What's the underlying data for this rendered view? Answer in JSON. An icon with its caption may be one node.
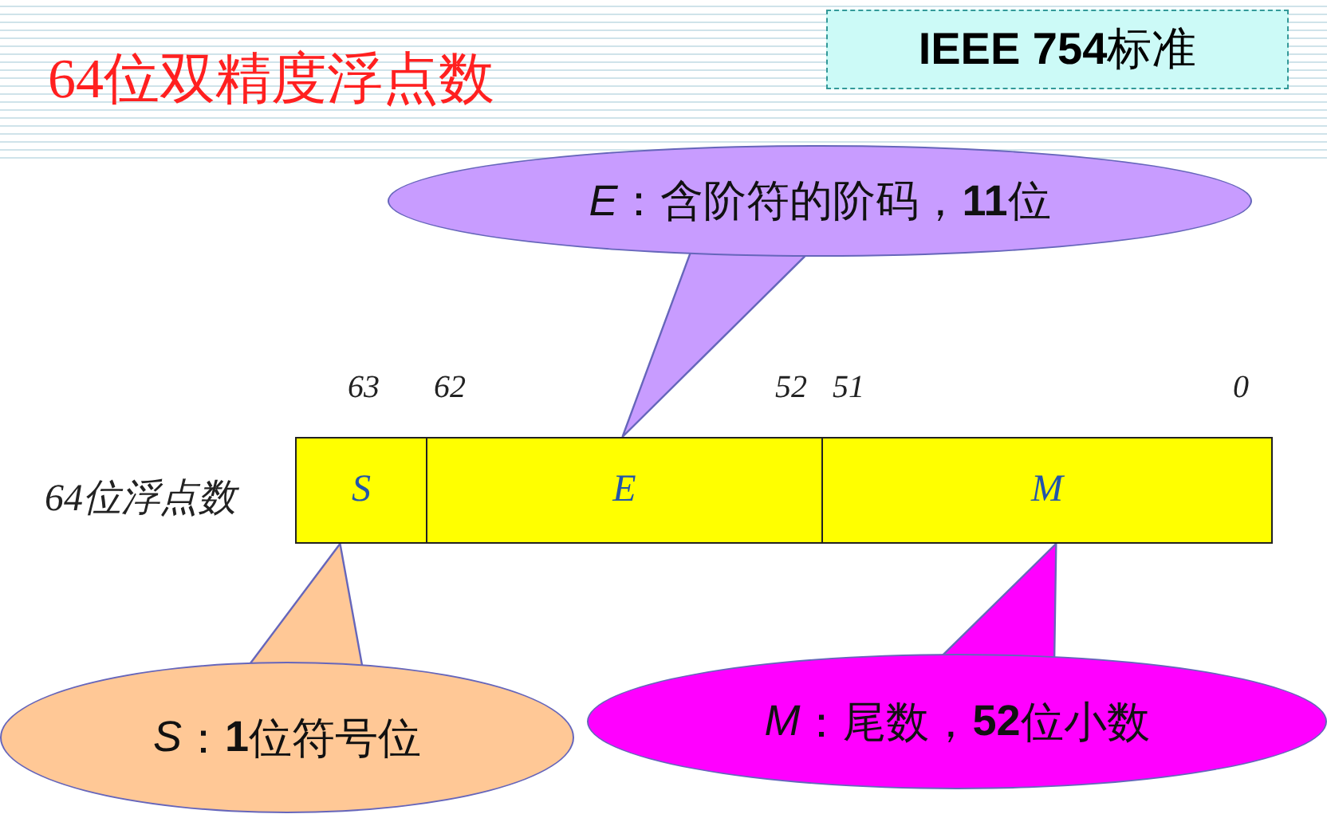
{
  "diagram": {
    "title": "64位双精度浮点数",
    "nodes": [
      {
        "text": [
          "**IEEE 754**标准"
        ]
      },
      {
        "text": [
          "S"
        ]
      },
      {
        "text": [
          "E"
        ]
      },
      {
        "text": [
          "M"
        ]
      },
      {
        "text": [
          "*E*：含阶符的阶码，**11**位"
        ]
      },
      {
        "text": [
          "*S*：**1**位符号位"
        ]
      },
      {
        "text": [
          "*M*：尾数，**52**位小数"
        ]
      }
    ],
    "edges": [
      {
        "from": 4,
        "to": 2,
        "arrow": "to"
      },
      {
        "from": 5,
        "to": 1,
        "arrow": "to"
      },
      {
        "from": 6,
        "to": 3,
        "arrow": "to"
      }
    ],
    "labels": [
      "63",
      "62",
      "52",
      "51",
      "0",
      "64位浮点数"
    ]
  }
}
